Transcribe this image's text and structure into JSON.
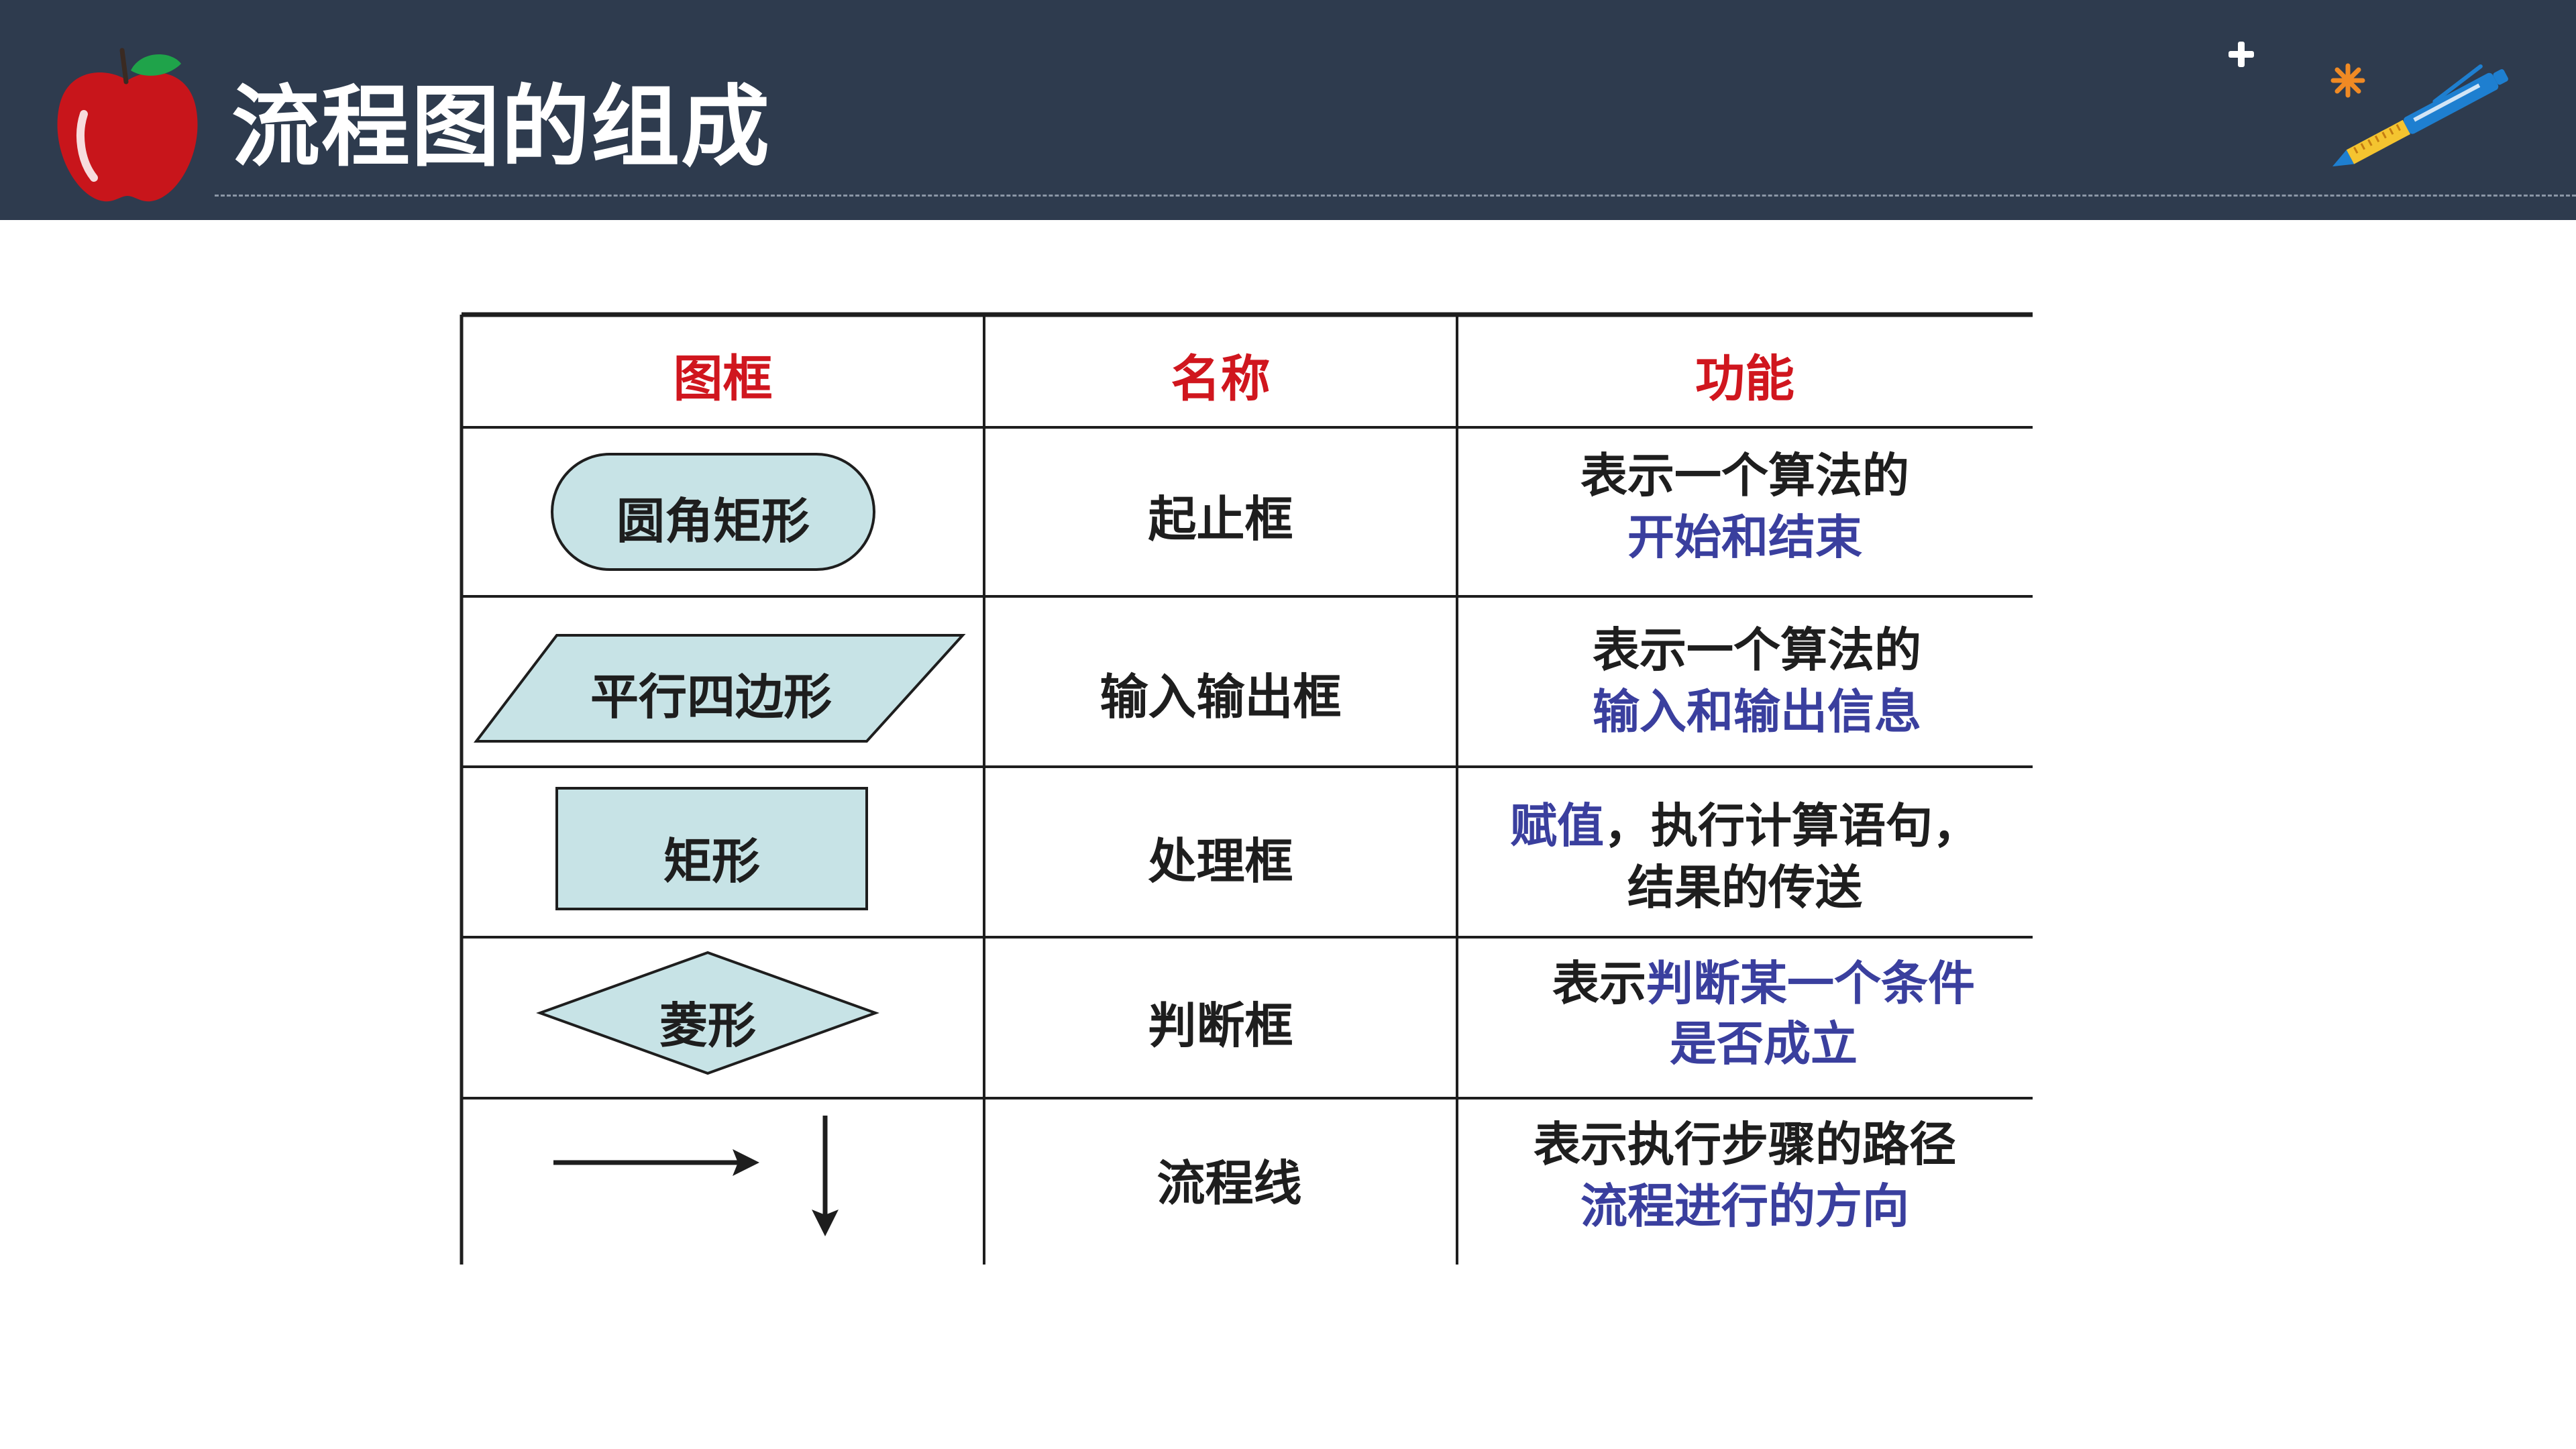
{
  "slide": {
    "title": "流程图的组成"
  },
  "icons": {
    "logo": "apple-icon",
    "decoration": "pen-icon",
    "sparkle": "plus-sparkle-icon"
  },
  "colors": {
    "header_bg": "#2e3b4e",
    "header_text": "#d0161e",
    "highlight_text": "#3a3f9e",
    "shape_fill": "#c7e3e6"
  },
  "table": {
    "headers": [
      "图框",
      "名称",
      "功能"
    ],
    "rows": [
      {
        "shape": "圆角矩形",
        "name": "起止框",
        "func_line1": [
          "表示一个算法的"
        ],
        "func_line2": [
          "开始和结束"
        ]
      },
      {
        "shape": "平行四边形",
        "name": "输入输出框",
        "func_line1": [
          "表示一个算法的"
        ],
        "func_line2": [
          "输入和输出信息"
        ]
      },
      {
        "shape": "矩形",
        "name": "处理框",
        "func_line1_blue": "赋值",
        "func_line1_rest": "，执行计算语句，",
        "func_line2": [
          "结果的传送"
        ]
      },
      {
        "shape": "菱形",
        "name": "判断框",
        "func_line1_rest": "表示",
        "func_line1_blue": "判断某一个条件",
        "func_line2": [
          "是否成立"
        ]
      },
      {
        "name": "流程线",
        "func_line1": [
          "表示执行步骤的路径"
        ],
        "func_line2": [
          "流程进行的方向"
        ]
      }
    ]
  }
}
